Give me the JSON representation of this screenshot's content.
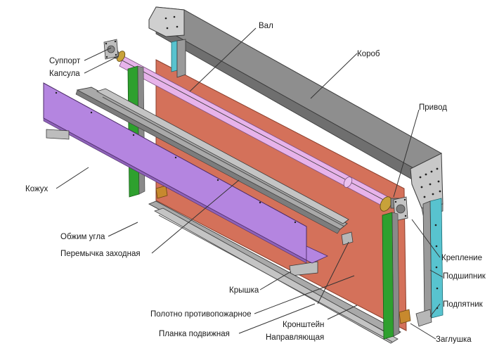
{
  "labels": {
    "support": "Суппорт",
    "capsule": "Капсула",
    "shaft": "Вал",
    "box": "Короб",
    "drive": "Привод",
    "cover": "Кожух",
    "corner_crimp": "Обжим угла",
    "entry_jumper": "Перемычка заходная",
    "mounting": "Крепление",
    "bearing": "Подшипник",
    "lid": "Крышка",
    "fire_curtain": "Полотно противопожарное",
    "thrust_bearing": "Подпятник",
    "bracket": "Кронштейн",
    "movable_bar": "Планка подвижная",
    "guide": "Направляющая",
    "plug": "Заглушка"
  },
  "colors": {
    "box_top": "#8e8e8e",
    "box_side": "#c8c8c8",
    "curtain": "#d4715a",
    "cover": "#b485e0",
    "shaft": "#e7b3ea",
    "guide_green": "#2ea02e",
    "guide_cyan": "#58c3cf",
    "rail": "#a9a9a9",
    "brass": "#c8a23a",
    "plug": "#c7892e"
  }
}
